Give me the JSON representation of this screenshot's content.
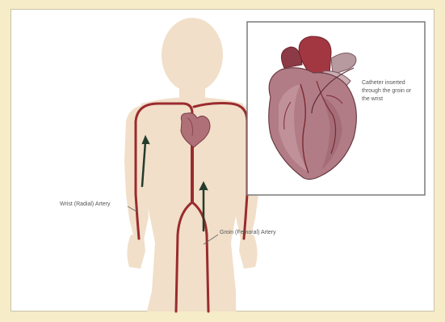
{
  "labels": {
    "catheter": "Catheter inserted through the groin or the wrist",
    "wrist": "Wrist (Radial) Artery",
    "groin": "Groin (Femoral) Artery"
  },
  "colors": {
    "background": "#f6ecc7",
    "body": "#f1dfc9",
    "artery": "#9a2b2e",
    "heart": "#a5636d",
    "arrow": "#243c2c",
    "inset_border": "#7a7a7a"
  }
}
